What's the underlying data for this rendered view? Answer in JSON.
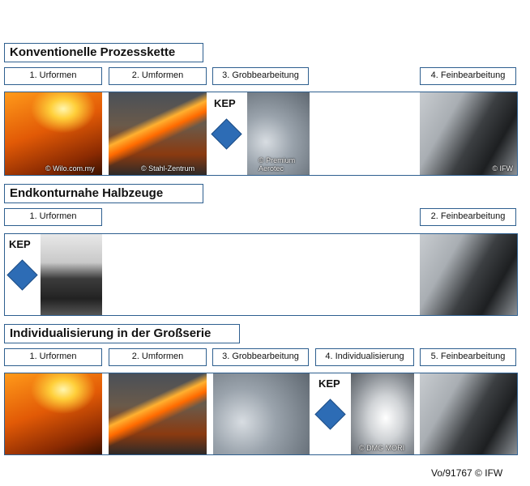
{
  "section1": {
    "title": "Konventionelle Prozesskette",
    "steps": [
      "1. Urformen",
      "2. Umformen",
      "3. Grobbearbeitung",
      "4. Feinbearbeitung"
    ],
    "kep": "KEP",
    "credits": [
      "© Wilo.com.my",
      "© Stahl-Zentrum",
      "© Premium Aerotec",
      "© IFW"
    ]
  },
  "section2": {
    "title": "Endkonturnahe Halbzeuge",
    "steps": [
      "1. Urformen",
      "2. Feinbearbeitung"
    ],
    "kep": "KEP"
  },
  "section3": {
    "title": "Individualisierung in der Großserie",
    "steps": [
      "1. Urformen",
      "2. Umformen",
      "3. Grobbearbeitung",
      "4. Individualisierung",
      "5. Feinbearbeitung"
    ],
    "kep": "KEP",
    "credits": [
      "© DMG MORI"
    ]
  },
  "footer": "Vo/91767 © IFW",
  "colors": {
    "border": "#2e5f8f",
    "diamond": "#2d6cb5"
  }
}
